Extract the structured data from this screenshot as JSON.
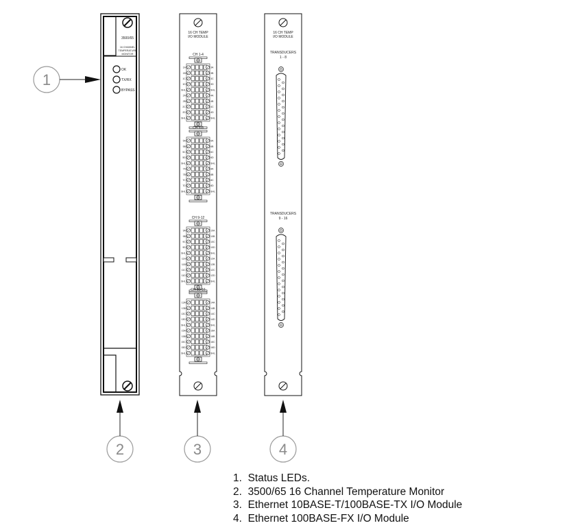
{
  "callouts": [
    {
      "num": "1"
    },
    {
      "num": "2"
    },
    {
      "num": "3"
    },
    {
      "num": "4"
    }
  ],
  "monitor": {
    "model": "3500/65",
    "title_line1": "16 CHANNEL",
    "title_line2": "TEMPERATURE",
    "title_line3": "MONITOR",
    "leds": [
      "OK",
      "TX/RX",
      "BYPASS"
    ]
  },
  "io_module_terminal": {
    "title_line1": "16 CH TEMP",
    "title_line2": "I/O MODULE",
    "blocks": [
      {
        "header": "CH 1-4",
        "left": [
          "1A",
          "1B",
          "1C",
          "1D",
          "SHL",
          "2A",
          "2B",
          "2C",
          "2D",
          "SHL"
        ],
        "right": [
          "3A",
          "3B",
          "3C",
          "3D",
          "SHL",
          "4A",
          "4B",
          "4C",
          "4D",
          "SHL"
        ]
      },
      {
        "header": "CH 5-8",
        "left": [
          "5A",
          "5B",
          "5C",
          "5D",
          "SHL",
          "7A",
          "7B",
          "7C",
          "7D",
          "SHL"
        ],
        "right": [
          "6A",
          "6B",
          "6C",
          "6D",
          "SHL",
          "8A",
          "8B",
          "8C",
          "8D",
          "SHL"
        ]
      },
      {
        "header": "CH 9-12",
        "left": [
          "9A",
          "9B",
          "9C",
          "9D",
          "SHL",
          "11A",
          "11B",
          "11C",
          "11D",
          "SHL"
        ],
        "right": [
          "10A",
          "10B",
          "10C",
          "10D",
          "SHL",
          "12A",
          "12B",
          "12C",
          "12D",
          "SHL"
        ]
      },
      {
        "header": "CH 13-16",
        "left": [
          "13A",
          "13B",
          "13C",
          "13D",
          "SHL",
          "15A",
          "15B",
          "15C",
          "15D",
          "SHL"
        ],
        "right": [
          "14A",
          "14B",
          "14C",
          "14D",
          "SHL",
          "16A",
          "16B",
          "16C",
          "16D",
          "SHL"
        ]
      }
    ]
  },
  "io_module_dsub": {
    "title_line1": "16 CH TEMP",
    "title_line2": "I/O MODULE",
    "connector1_line1": "TRANSDUCERS",
    "connector1_line2": "1 - 8",
    "connector2_line1": "TRANSDUCERS",
    "connector2_line2": "9 - 16"
  },
  "legend": [
    {
      "num": "1.",
      "text": "Status LEDs."
    },
    {
      "num": "2.",
      "text": "3500/65 16 Channel Temperature Monitor"
    },
    {
      "num": "3.",
      "text": "Ethernet 10BASE-T/100BASE-TX I/O Module"
    },
    {
      "num": "4.",
      "text": "Ethernet 100BASE-FX I/O Module"
    }
  ]
}
